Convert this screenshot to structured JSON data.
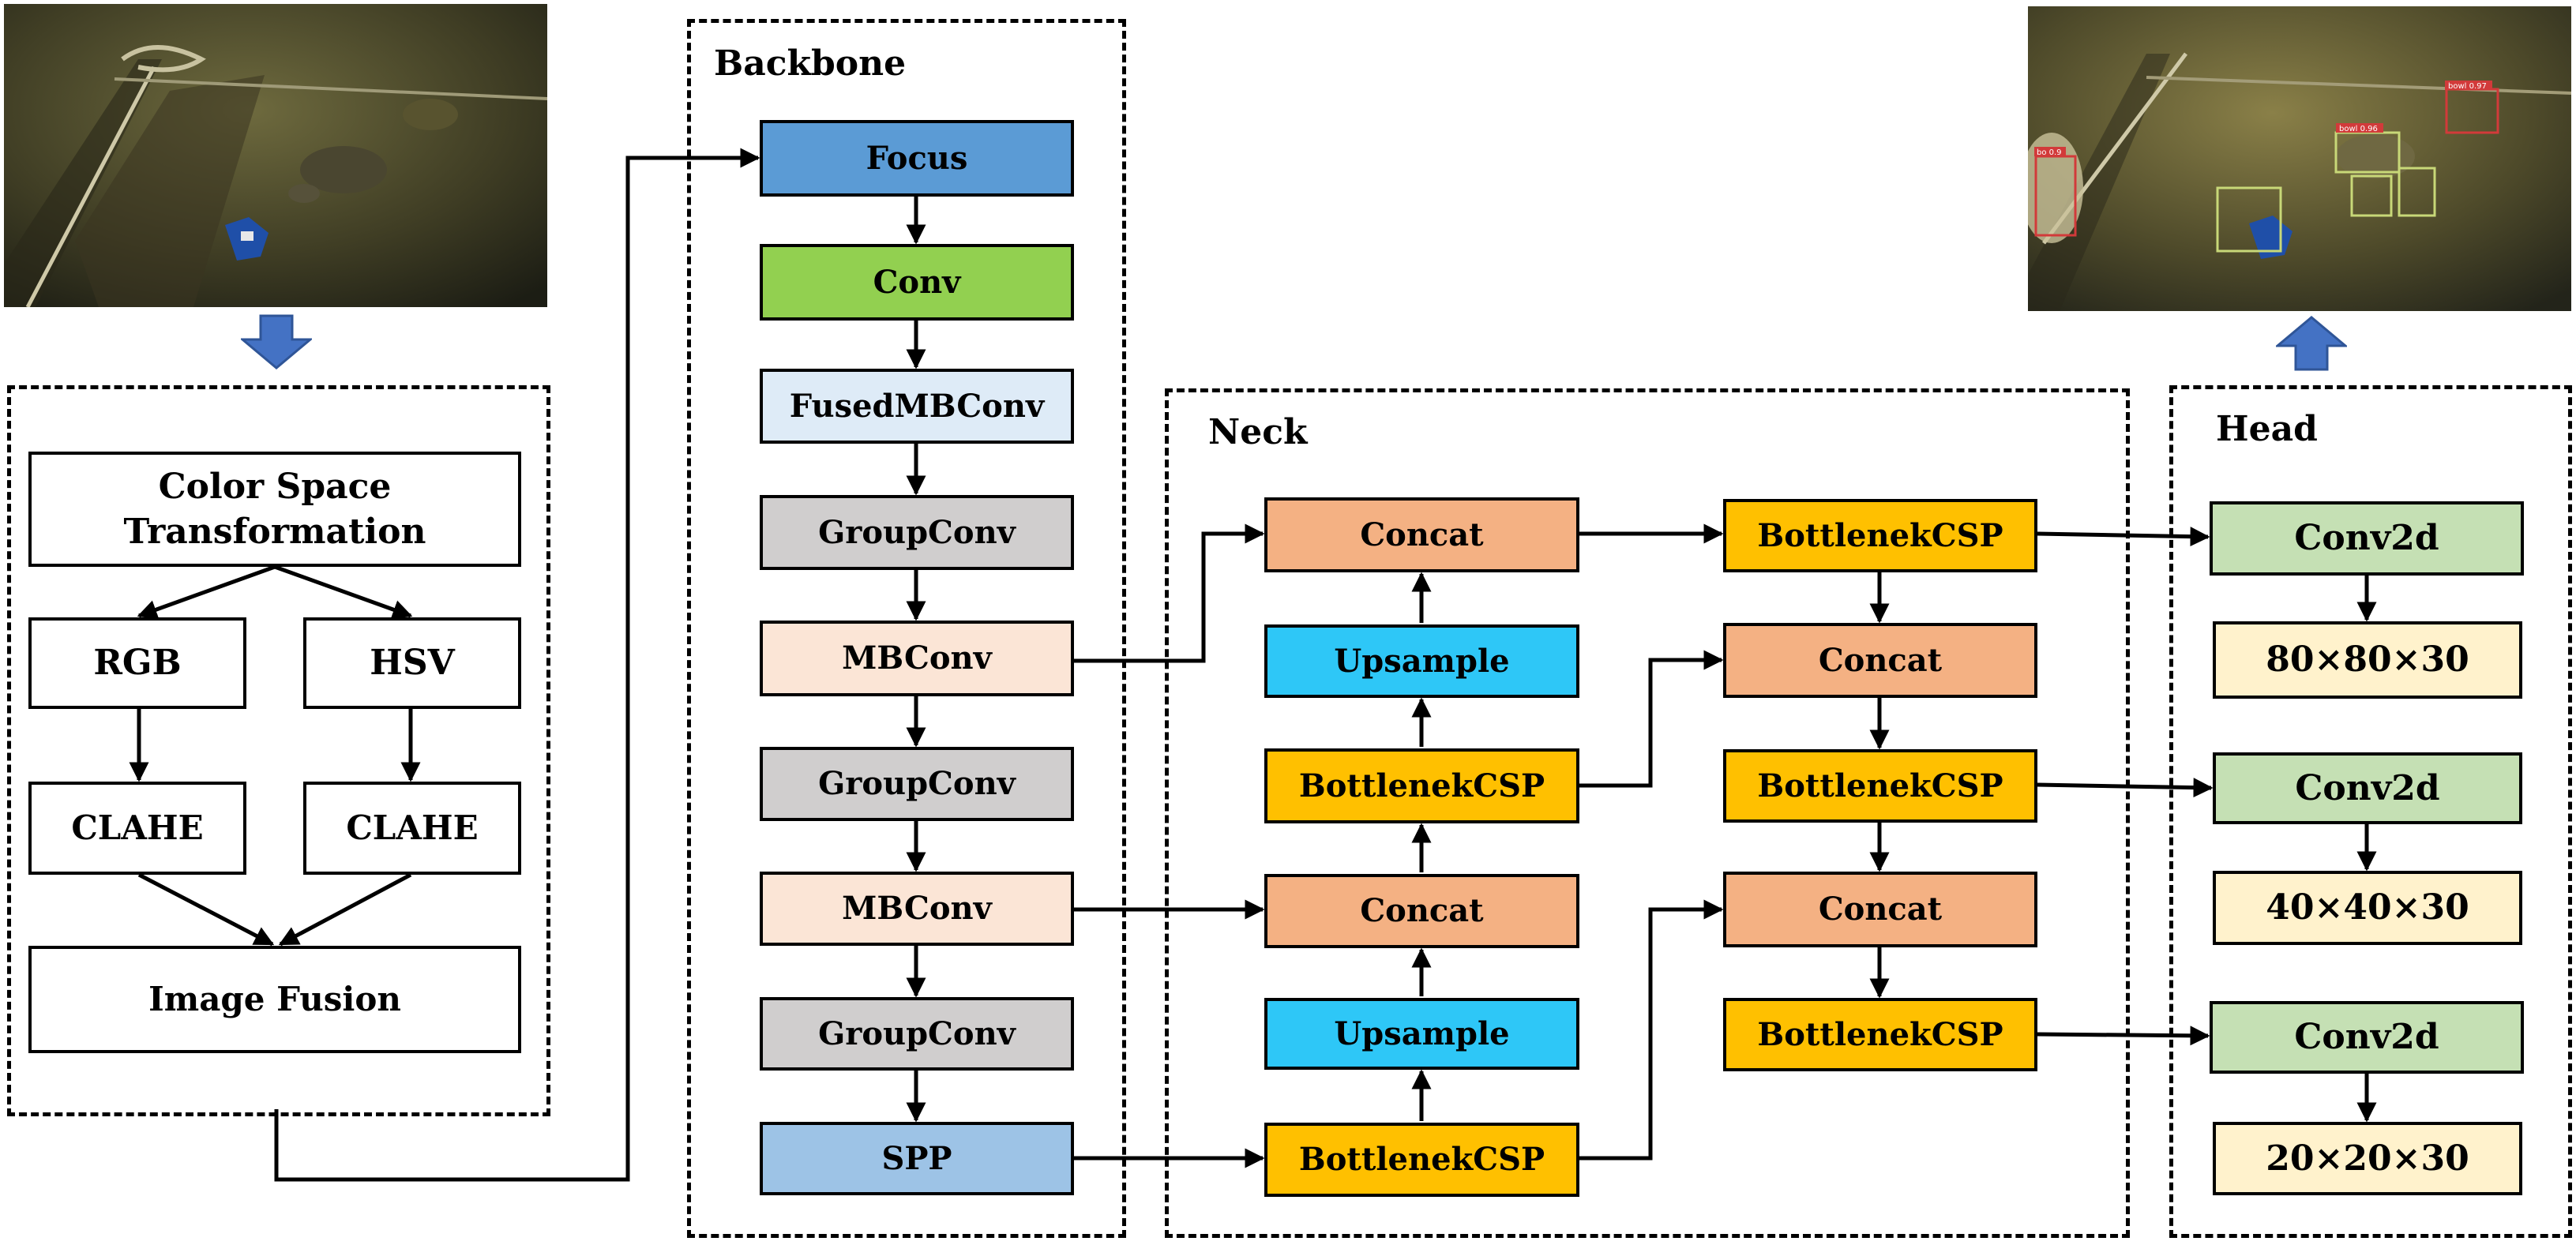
{
  "preprocessing": {
    "color_space": "Color Space\nTransformation",
    "rgb": "RGB",
    "hsv": "HSV",
    "clahe_left": "CLAHE",
    "clahe_right": "CLAHE",
    "fusion": "Image Fusion"
  },
  "backbone": {
    "title": "Backbone",
    "focus": "Focus",
    "conv": "Conv",
    "fused_mbconv": "FusedMBConv",
    "groupconv_1": "GroupConv",
    "mbconv_1": "MBConv",
    "groupconv_2": "GroupConv",
    "mbconv_2": "MBConv",
    "groupconv_3": "GroupConv",
    "spp": "SPP"
  },
  "neck": {
    "title": "Neck",
    "concat_1": "Concat",
    "upsample_1": "Upsample",
    "bcsp_1": "BottlenekCSP",
    "concat_2": "Concat",
    "upsample_2": "Upsample",
    "bcsp_2": "BottlenekCSP",
    "bcsp_3": "BottlenekCSP",
    "concat_3": "Concat",
    "bcsp_4": "BottlenekCSP",
    "concat_4": "Concat",
    "bcsp_5": "BottlenekCSP"
  },
  "head": {
    "title": "Head",
    "conv2d_1": "Conv2d",
    "out_1": "80×80×30",
    "conv2d_2": "Conv2d",
    "out_2": "40×40×30",
    "conv2d_3": "Conv2d",
    "out_3": "20×20×30"
  },
  "colors": {
    "focus": "#5b9bd5",
    "conv": "#92d050",
    "fused_mbconv": "#deebf7",
    "groupconv": "#d0cece",
    "mbconv": "#fbe5d6",
    "spp": "#9dc3e6",
    "concat": "#f4b183",
    "upsample": "#2ec7f7",
    "bottleneck": "#ffc000",
    "conv2d": "#c5e0b4",
    "output": "#fff2cc",
    "arrow_blue": "#4472c4"
  },
  "detections": {
    "labels": [
      "bowl 0.97",
      "bowl 0.96",
      "bo 0.9"
    ]
  }
}
